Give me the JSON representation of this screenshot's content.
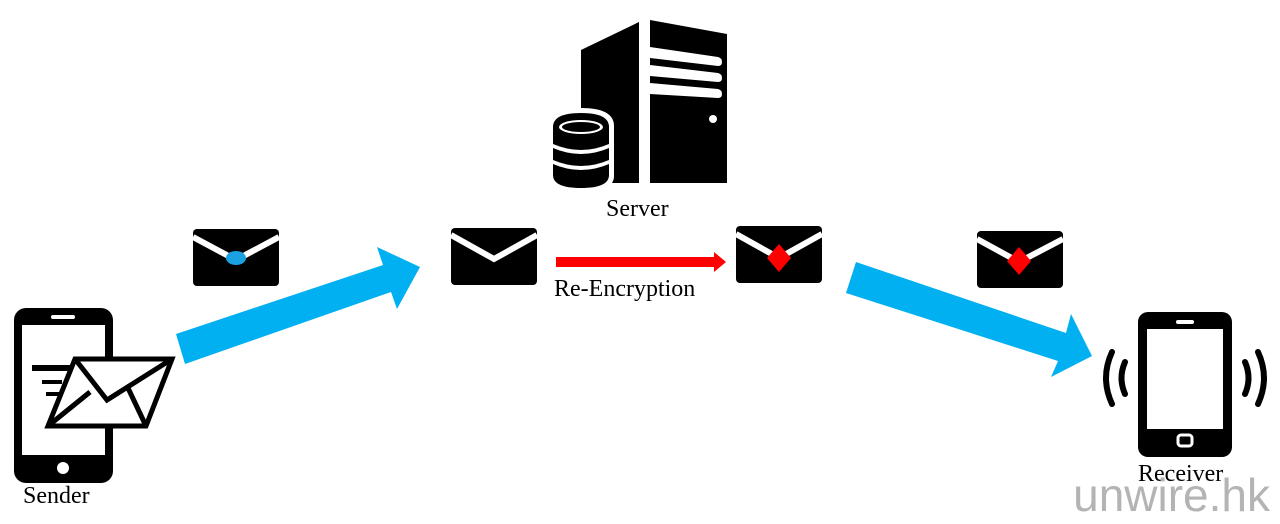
{
  "diagram": {
    "title": "Proxy re-encryption message flow",
    "nodes": {
      "sender": {
        "label": "Sender",
        "icon": "smartphone-sending-mail-icon"
      },
      "server": {
        "label": "Server",
        "icon": "server-with-database-icon"
      },
      "receiver": {
        "label": "Receiver",
        "icon": "smartphone-vibrating-icon"
      }
    },
    "envelopes": [
      {
        "id": "sender-encrypted",
        "seal": "circle",
        "seal_color": "#1ba1e2"
      },
      {
        "id": "server-plain",
        "seal": "none"
      },
      {
        "id": "server-reencrypted",
        "seal": "diamond",
        "seal_color": "#ff0000"
      },
      {
        "id": "receiver-reencrypted",
        "seal": "diamond",
        "seal_color": "#ff0000"
      }
    ],
    "edges": [
      {
        "from": "sender",
        "to": "server",
        "style": "thick-arrow",
        "color": "#00b0f0"
      },
      {
        "from": "server-plain",
        "to": "server-reencrypted",
        "label": "Re-Encryption",
        "style": "thin-arrow",
        "color": "#ff0000"
      },
      {
        "from": "server",
        "to": "receiver",
        "style": "thick-arrow",
        "color": "#00b0f0"
      }
    ],
    "watermark": "unwire.hk"
  }
}
